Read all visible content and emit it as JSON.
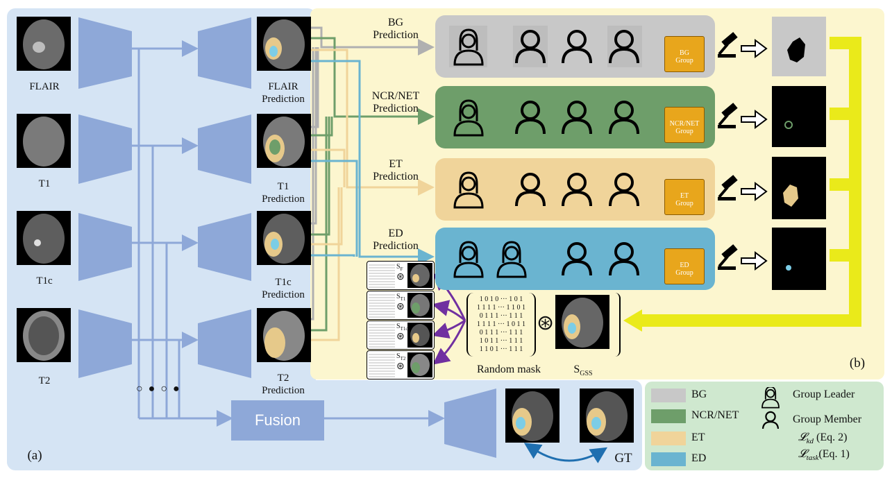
{
  "modalities": [
    "FLAIR",
    "T1",
    "T1c",
    "T2"
  ],
  "predictions": [
    {
      "line1": "FLAIR",
      "line2": "Prediction"
    },
    {
      "line1": "T1",
      "line2": "Prediction"
    },
    {
      "line1": "T1c",
      "line2": "Prediction"
    },
    {
      "line1": "T2",
      "line2": "Prediction"
    }
  ],
  "fusion_label": "Fusion",
  "panel_a_label": "(a)",
  "panel_b_label": "(b)",
  "gt_label": "GT",
  "groups": [
    {
      "pred1": "BG",
      "pred2": "Prediction",
      "box1": "BG",
      "box2": "Group"
    },
    {
      "pred1": "NCR/NET",
      "pred2": "Prediction",
      "box1": "NCR/NET",
      "box2": "Group"
    },
    {
      "pred1": "ET",
      "pred2": "Prediction",
      "box1": "ET",
      "box2": "Group"
    },
    {
      "pred1": "ED",
      "pred2": "Prediction",
      "box1": "ED",
      "box2": "Group"
    }
  ],
  "random_mask_label": "Random mask",
  "sgss_label": "S",
  "sgss_sub": "GSS",
  "s_labels": [
    {
      "s": "S",
      "sub": "F"
    },
    {
      "s": "S",
      "sub": "T1"
    },
    {
      "s": "S",
      "sub": "T1c"
    },
    {
      "s": "S",
      "sub": "T2"
    }
  ],
  "mask_rows": [
    "1 0 1 0 ··· 1 0 1",
    "1 1 1 1 ··· 1 1 0 1",
    "0 1 1 1 ··· 1 1 1",
    "1 1 1 1 ··· 1 0 1 1",
    "0 1 1 1 ··· 1 1 1",
    "1 0 1 1 ··· 1 1 1",
    "1 1 0 1 ··· 1 1 1"
  ],
  "colors": {
    "bg": "#c8c8c8",
    "ncr": "#6e9e6a",
    "et": "#f0d49a",
    "ed": "#6ab4d0",
    "arch": "#8ea8d8",
    "kd": "#7030a0",
    "task": "#1f6fb0",
    "yellow": "#eaea1a"
  },
  "legend": {
    "bg": "BG",
    "ncr": "NCR/NET",
    "et": "ET",
    "ed": "ED",
    "leader": "Group Leader",
    "member": "Group Member",
    "kd": "𝓛",
    "kd_sub": "kd",
    "kd_eq": "(Eq. 2)",
    "task": "𝓛",
    "task_sub": "task",
    "task_eq": "(Eq. 1)"
  },
  "dots": [
    "○",
    "●",
    "○",
    "●"
  ]
}
